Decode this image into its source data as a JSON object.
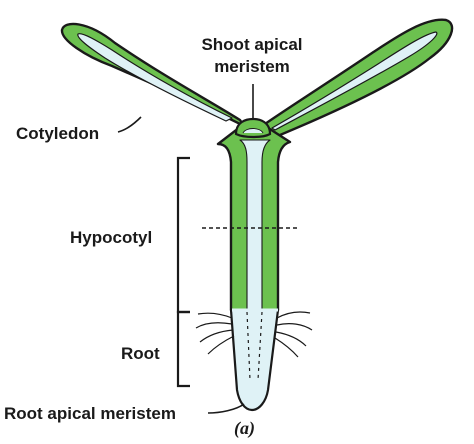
{
  "labels": {
    "shoot_apical_meristem_line1": "Shoot apical",
    "shoot_apical_meristem_line2": "meristem",
    "cotyledon": "Cotyledon",
    "hypocotyl": "Hypocotyl",
    "root": "Root",
    "root_apical_meristem": "Root apical meristem",
    "caption": "(a)"
  },
  "colors": {
    "tissue_green": "#6cc14f",
    "vascular_pale_blue": "#dff2f6",
    "outline": "#1a1a1a",
    "background": "#ffffff"
  }
}
